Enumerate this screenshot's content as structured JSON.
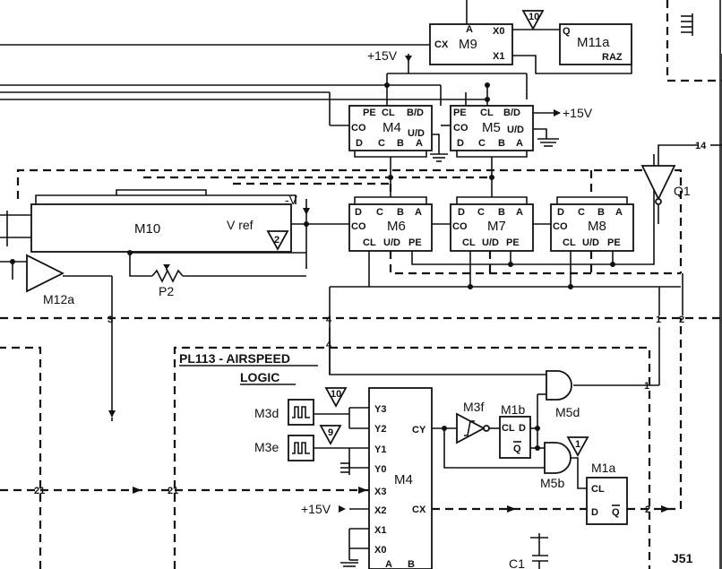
{
  "title": {
    "line1": "PL113 - AIRSPEED",
    "line2": "LOGIC"
  },
  "chips": {
    "m9": {
      "name": "M9",
      "pins": [
        "A",
        "X0",
        "X1",
        "CX"
      ]
    },
    "m11a": {
      "name": "M11a",
      "pins": [
        "Q",
        "RAZ"
      ]
    },
    "m4top": {
      "name": "M4",
      "pins": [
        "PE",
        "CL",
        "B/D",
        "CO",
        "U/D",
        "D",
        "C",
        "B",
        "A"
      ]
    },
    "m5": {
      "name": "M5",
      "pins": [
        "PE",
        "CL",
        "B/D",
        "CO",
        "U/D",
        "D",
        "C",
        "B",
        "A"
      ]
    },
    "m6": {
      "name": "M6",
      "pins": [
        "D",
        "C",
        "B",
        "A",
        "CO",
        "CL",
        "U/D",
        "PE"
      ]
    },
    "m7": {
      "name": "M7",
      "pins": [
        "D",
        "C",
        "B",
        "A",
        "CO",
        "CL",
        "U/D",
        "PE"
      ]
    },
    "m8": {
      "name": "M8",
      "pins": [
        "D",
        "C",
        "B",
        "A",
        "CO",
        "CL",
        "U/D",
        "PE"
      ]
    },
    "m10": {
      "name": "M10",
      "pins": [
        "V ref"
      ]
    },
    "m4bottom": {
      "name": "M4",
      "pins": [
        "Y3",
        "Y2",
        "Y1",
        "Y0",
        "X3",
        "X2",
        "X1",
        "X0",
        "CY",
        "CX",
        "A",
        "B"
      ]
    },
    "m1b": {
      "name": "M1b",
      "pins": [
        "CL",
        "D",
        "Q"
      ]
    },
    "m1a": {
      "name": "M1a",
      "pins": [
        "CL",
        "D",
        "Q"
      ]
    }
  },
  "components": {
    "m12a": "M12a",
    "p2": "P2",
    "q1": "Q1",
    "m3f": "M3f",
    "m5d": "M5d",
    "m5b": "M5b",
    "m3d": "M3d",
    "m3e": "M3e",
    "c1": "C1",
    "j51": "J51"
  },
  "supplies": {
    "plus15_top": "+15V",
    "plus15_right": "+15V",
    "plus15_bottom": "+15V",
    "minus_v": "-V"
  },
  "markers": {
    "tri10_top": "10",
    "tri2": "2",
    "tri10_bottom": "10",
    "tri9": "9",
    "tri1": "1"
  },
  "connector_numbers": {
    "n14": "14",
    "n3": "3",
    "n4a": "4",
    "n4b": "4",
    "n1a": "1",
    "n2a": "2",
    "n1b": "1",
    "n21a": "21",
    "n21b": "21",
    "n2b": "2"
  }
}
